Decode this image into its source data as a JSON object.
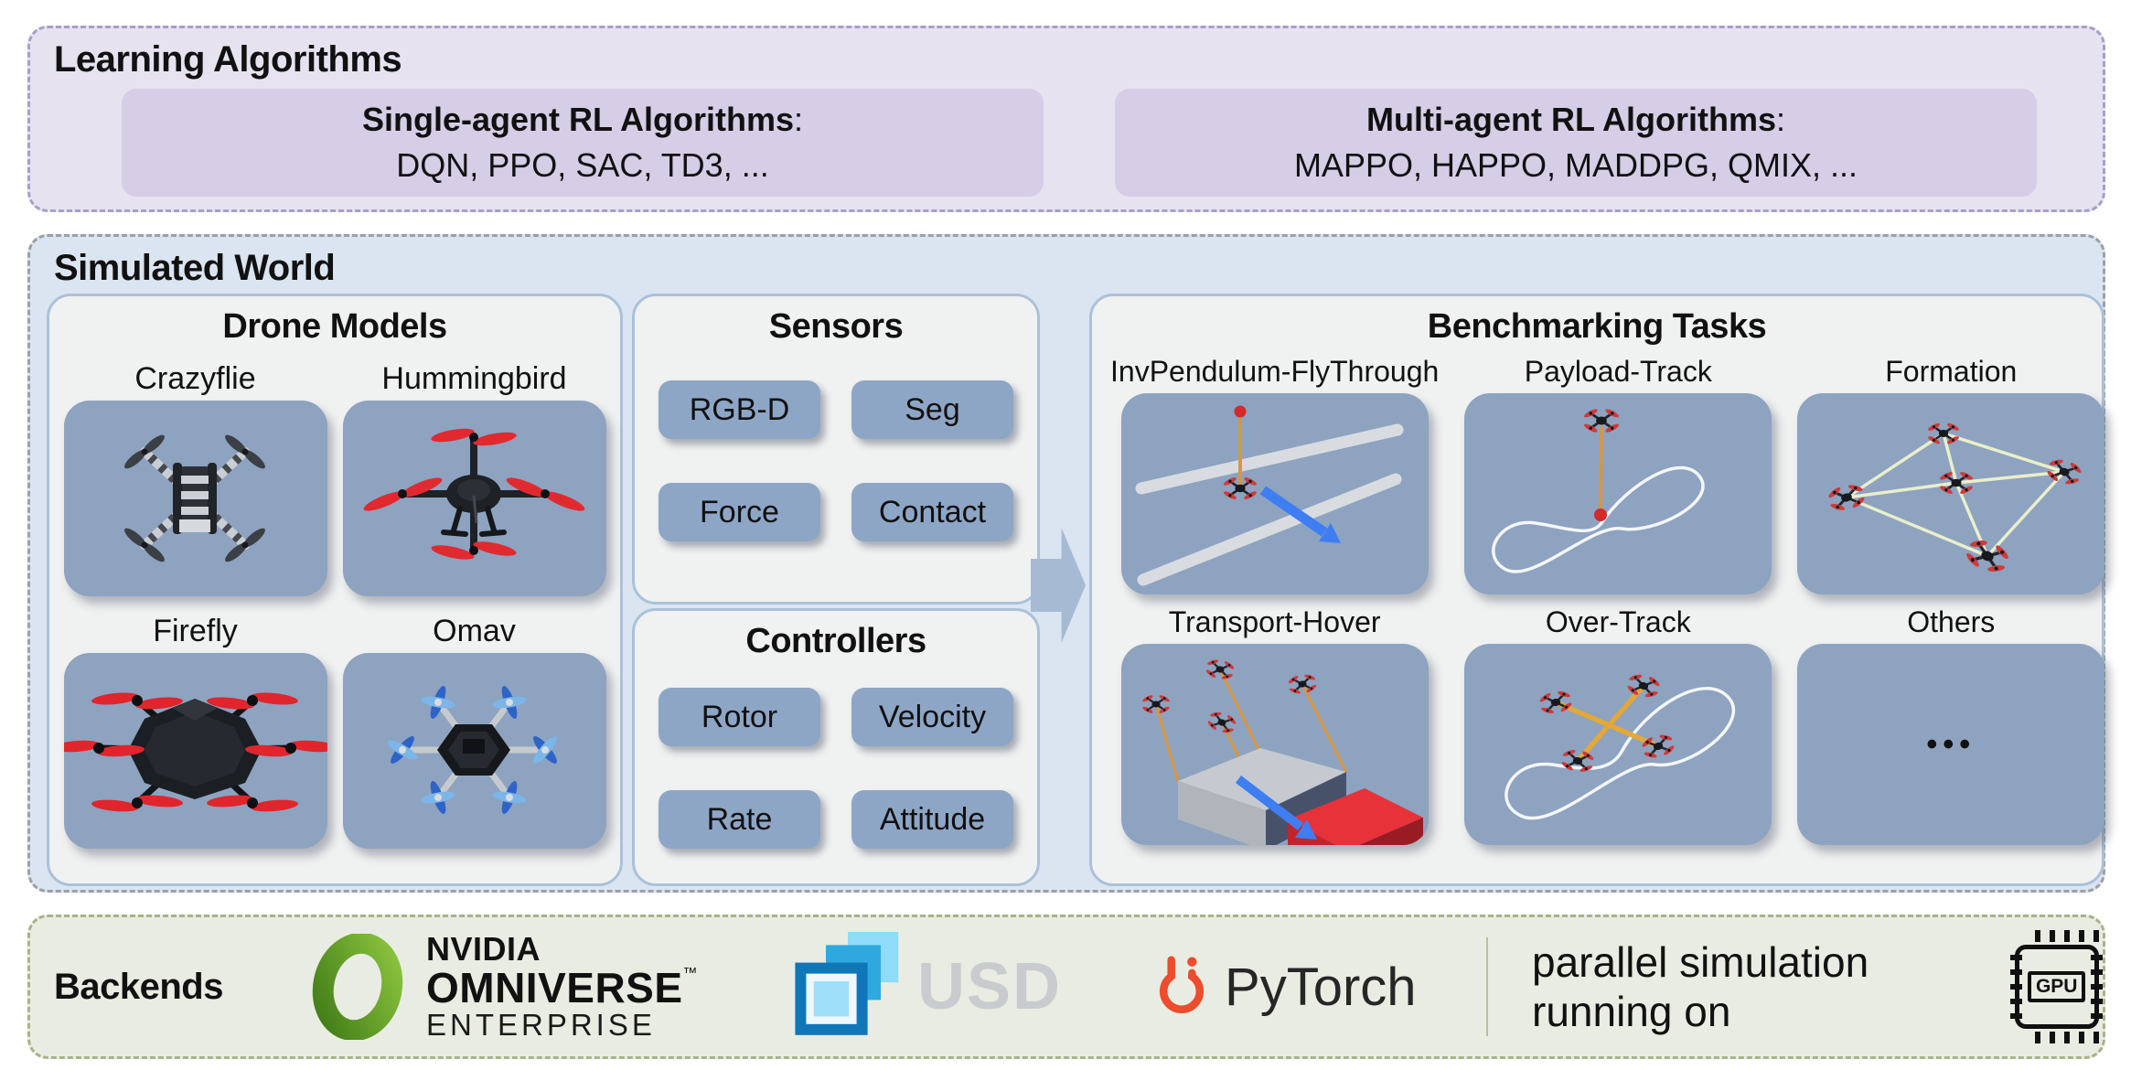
{
  "learning_algorithms": {
    "title": "Learning Algorithms",
    "single_agent": {
      "heading": "Single-agent RL Algorithms",
      "colon": ":",
      "algorithms": "DQN, PPO, SAC, TD3, ..."
    },
    "multi_agent": {
      "heading": "Multi-agent RL Algorithms",
      "colon": ":",
      "algorithms": "MAPPO, HAPPO, MADDPG, QMIX, ..."
    }
  },
  "simulated_world": {
    "title": "Simulated World",
    "drone_models": {
      "title": "Drone Models",
      "items": [
        {
          "label": "Crazyflie"
        },
        {
          "label": "Hummingbird"
        },
        {
          "label": "Firefly"
        },
        {
          "label": "Omav"
        }
      ]
    },
    "sensors": {
      "title": "Sensors",
      "items": [
        "RGB-D",
        "Seg",
        "Force",
        "Contact"
      ]
    },
    "controllers": {
      "title": "Controllers",
      "items": [
        "Rotor",
        "Velocity",
        "Rate",
        "Attitude"
      ]
    },
    "benchmarking": {
      "title": "Benchmarking Tasks",
      "tasks": [
        {
          "label": "InvPendulum-FlyThrough"
        },
        {
          "label": "Payload-Track"
        },
        {
          "label": "Formation"
        },
        {
          "label": "Transport-Hover"
        },
        {
          "label": "Over-Track"
        },
        {
          "label": "Others",
          "placeholder": "•••"
        }
      ]
    }
  },
  "backends": {
    "title": "Backends",
    "nvidia": {
      "line1": "NVIDIA",
      "line2": "OMNIVERSE",
      "tm": "™",
      "line3": "ENTERPRISE"
    },
    "usd_label": "USD",
    "pytorch_label": "PyTorch",
    "caption": "parallel simulation running on",
    "gpu_label": "GPU"
  },
  "colors": {
    "learning_panel_bg": "#e7e2f0",
    "learning_box_bg": "#d6cde6",
    "learning_border": "#a79fc8",
    "world_panel_bg": "#dbe5f1",
    "world_border": "#9aa0a6",
    "subpanel_bg": "#f0f1f1",
    "subpanel_border": "#aac1d9",
    "tile_bg": "#8da3c0",
    "pill_bg": "#8ea6c6",
    "backends_bg": "#e9ece2",
    "backends_border": "#a7b389",
    "nvidia_green": "#76b900",
    "pytorch_orange": "#ee4c2c",
    "usd_blue": "#1788c9",
    "arrow_blue": "#3f7df2",
    "cable_orange": "#d9953f",
    "payload_red": "#d42a2a"
  }
}
